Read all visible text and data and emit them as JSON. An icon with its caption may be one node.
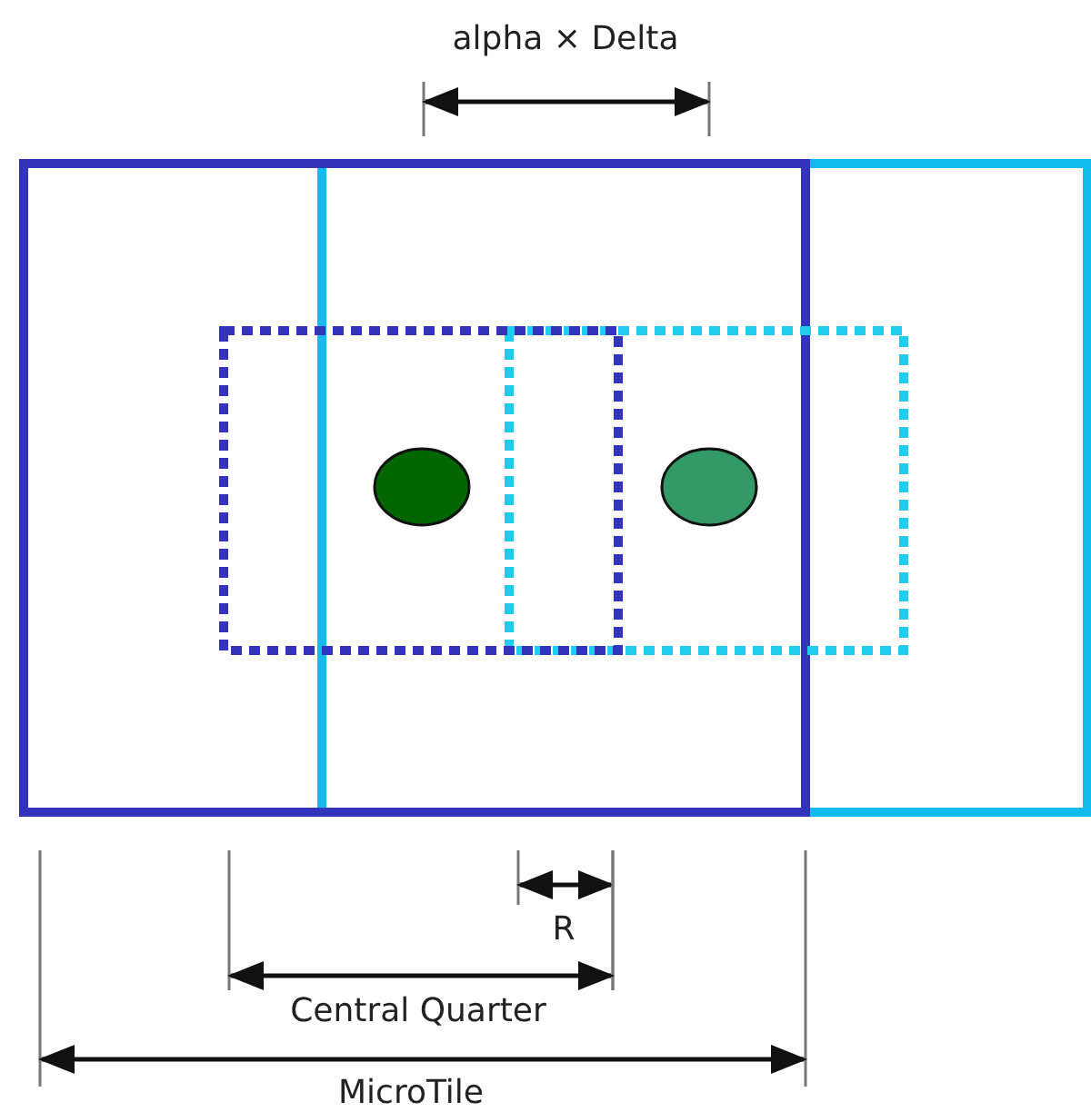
{
  "diagram": {
    "labels": [
      "alpha × Delta",
      "R",
      "Central Quarter",
      "MicroTile"
    ]
  }
}
